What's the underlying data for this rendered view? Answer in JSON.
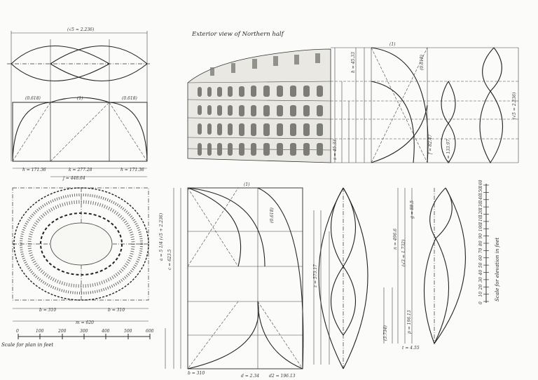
{
  "header": {
    "title": "Exterior view of Northern half"
  },
  "labels": {
    "top_left_width": "(√5 ≈ 2.236)",
    "top_ratio_left": "(0.618)",
    "top_ratio_mid": "(1)",
    "top_ratio_right": "(0.618)",
    "dim_h_left": "h = 171.36",
    "dim_k": "k = 277.28",
    "dim_h_right": "h = 171.36",
    "dim_j": "j = 448.64",
    "plan_b_left": "b = 310",
    "plan_b_right": "b = 310",
    "plan_m": "m = 620",
    "plan_scale_caption": "Scale for plan in feet",
    "right_scale_caption": "Scale for elevation in feet",
    "plan_dim_a": "a = 5 1/4 (√5 + 2.236)",
    "plan_dim_c": "c = 623.5",
    "bottom_b": "b = 310",
    "bottom_d": "d = 2.34",
    "bottom_d2": "d2 = 196.13",
    "top_mid_ratio": "(1)",
    "top_right_ratio": "(0.618)",
    "sqrt5": "(√5 = 2.236)",
    "mid_ratio": "(1)",
    "mid_ratio2": "(0.618)",
    "dim_sqrt": "(√3 = 1.732)",
    "dim_f": "f = 82.47",
    "dim_e": "e = 133.97",
    "dim_h": "h = 45.33",
    "dim_n": "n = 496.6",
    "dim_z": "z = 573.17",
    "dim_p": "p = 196.13",
    "dim_g": "g = 88.5",
    "dim_s": "s = 45.33",
    "dim_t": "t = 4.55",
    "frac": "(3.734)"
  },
  "scale_ticks": [
    "0",
    "100",
    "200",
    "300",
    "400",
    "500",
    "600"
  ],
  "right_scale_ticks": [
    "0",
    "10",
    "20",
    "30",
    "40",
    "50",
    "60",
    "70",
    "80",
    "90",
    "100",
    "110",
    "120",
    "130",
    "140",
    "150",
    "160"
  ]
}
